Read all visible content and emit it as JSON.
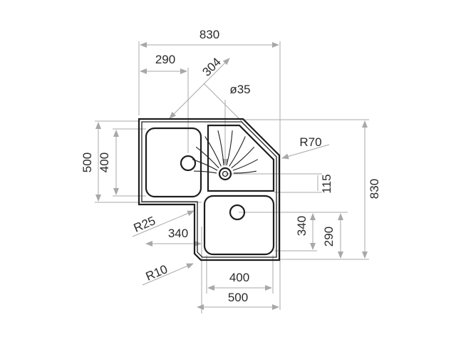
{
  "labels": {
    "overall_width": "830",
    "left_bowl_offset": "290",
    "diagonal": "304",
    "drain_diameter": "ø35",
    "corner_radius_large": "R70",
    "left_depth": "500",
    "left_bowl_depth": "400",
    "drain_offset": "115",
    "overall_height": "830",
    "corner_radius_inner": "R25",
    "right_bowl_offset": "340",
    "left_offset_340": "340",
    "right_bowl_height_offset": "290",
    "corner_radius_small": "R10",
    "bottom_bowl_width": "400",
    "bottom_width": "500"
  },
  "colors": {
    "dimension_line": "#a8a8a8",
    "outline": "#1e1e1e",
    "text": "#2a2a2a"
  }
}
